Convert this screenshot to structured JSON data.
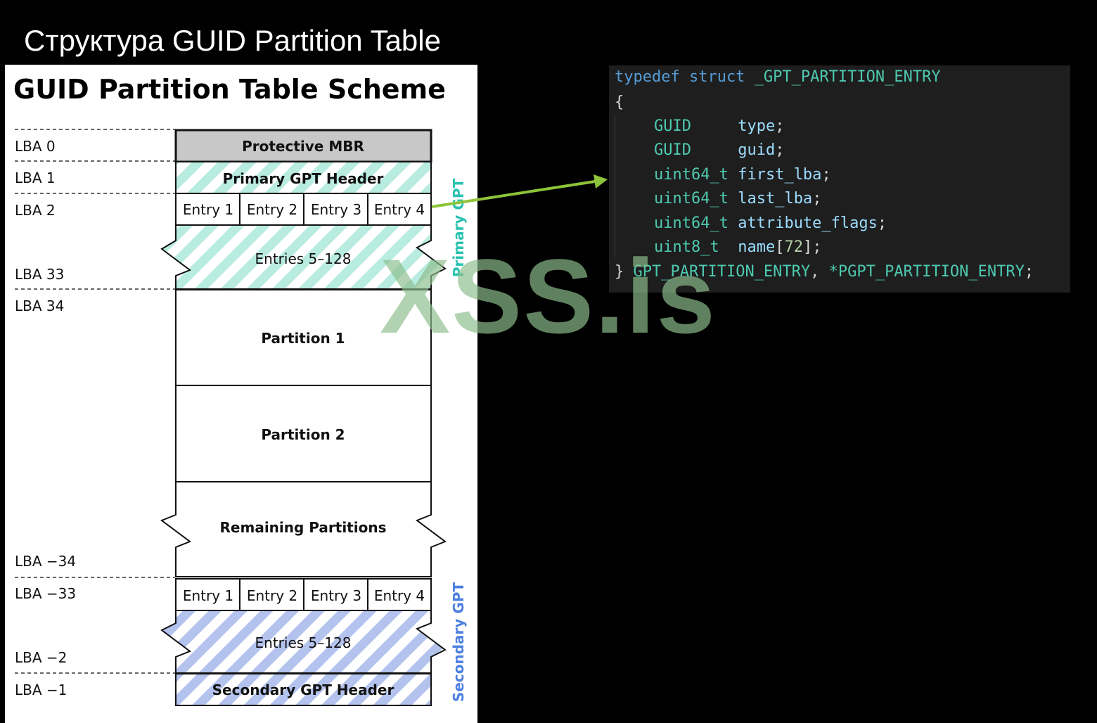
{
  "slide_title": "Структура GUID Partition Table",
  "diagram": {
    "title": "GUID Partition Table Scheme",
    "lba_labels": {
      "lba0": "LBA 0",
      "lba1": "LBA 1",
      "lba2": "LBA 2",
      "lba33": "LBA 33",
      "lba34": "LBA 34",
      "lba_m34": "LBA −34",
      "lba_m33": "LBA −33",
      "lba_m2": "LBA −2",
      "lba_m1": "LBA −1"
    },
    "protective_mbr": "Protective MBR",
    "primary_header": "Primary GPT Header",
    "entries": [
      "Entry 1",
      "Entry 2",
      "Entry 3",
      "Entry 4"
    ],
    "entries_rest": "Entries 5–128",
    "partition1": "Partition 1",
    "partition2": "Partition 2",
    "remaining": "Remaining Partitions",
    "secondary_header": "Secondary GPT Header",
    "primary_gpt_label": "Primary GPT",
    "secondary_gpt_label": "Secondary GPT",
    "colors": {
      "primary_stripe": "#b9ece0",
      "secondary_stripe": "#b4c3ee",
      "primary_label": "#2cc2b2",
      "secondary_label": "#4d7fe0",
      "mbr_fill": "#c8c8c8",
      "arrow": "#8dc43a"
    }
  },
  "code": {
    "line1": {
      "kw": "typedef struct",
      "name": "_GPT_PARTITION_ENTRY"
    },
    "open_brace": "{",
    "fields": [
      {
        "type": "GUID",
        "pad": "     ",
        "name": "type",
        "suffix": ";"
      },
      {
        "type": "GUID",
        "pad": "     ",
        "name": "guid",
        "suffix": ";"
      },
      {
        "type": "uint64_t",
        "pad": " ",
        "name": "first_lba",
        "suffix": ";"
      },
      {
        "type": "uint64_t",
        "pad": " ",
        "name": "last_lba",
        "suffix": ";"
      },
      {
        "type": "uint64_t",
        "pad": " ",
        "name": "attribute_flags",
        "suffix": ";"
      },
      {
        "type": "uint8_t",
        "pad": "  ",
        "name": "name",
        "bracket_open": "[",
        "num": "72",
        "bracket_close": "];"
      }
    ],
    "close_brace": "}",
    "typedef_name": "GPT_PARTITION_ENTRY",
    "comma": ",",
    "ptr_name": "*PGPT_PARTITION_ENTRY",
    "semicolon": ";"
  },
  "watermark": "XSS.is"
}
